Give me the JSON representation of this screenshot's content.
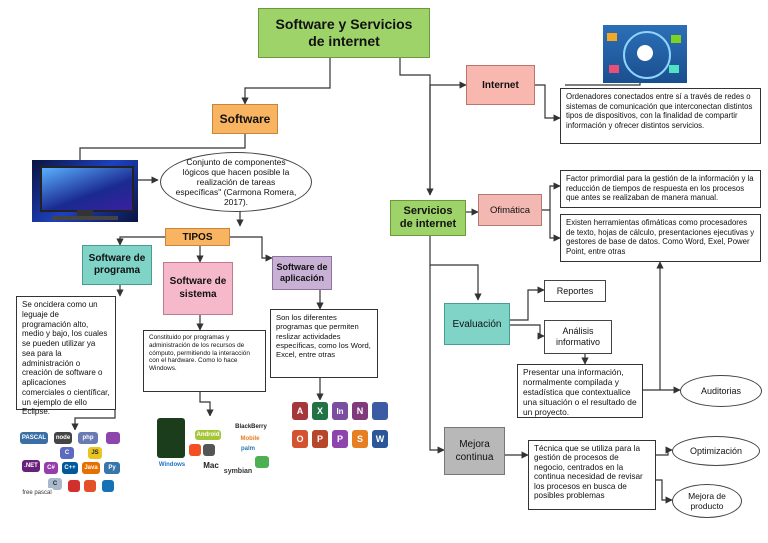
{
  "title": "Software y Servicios de internet",
  "software": {
    "label": "Software",
    "definition": "Conjunto de componentes lógicos que hacen posible la realización de tareas específicas\" (Carmona Romera, 2017).",
    "tipos_label": "TIPOS",
    "programa": {
      "label": "Software de programa",
      "desc": "Se oncidera como un leguaje de programación alto, medio y bajo, los cuales se pueden utilizar ya sea para la administración o creación de software o aplicaciones comerciales o científicar, un ejemplo de ello Eclipse."
    },
    "sistema": {
      "label": "Software de sistema",
      "desc": "Constituido por programas y administración de los recursos de cómputo, permitiendo la interacción con el hardware. Como lo hace Windows."
    },
    "aplicacion": {
      "label": "Software de aplicación",
      "desc": "Son los diferentes programas que permiten reslizar actividades específicas, como los Word, Excel, entre otras"
    }
  },
  "servicios": {
    "label": "Servicios de internet",
    "internet": {
      "label": "Internet",
      "desc": "Ordenadores conectados entre sí a través de redes o sistemas de comunicación que interconectan distintos tipos de dispositivos, con la finalidad de compartir información y ofrecer distintos servicios."
    },
    "ofimatica": {
      "label": "Ofimática",
      "desc1": "Factor primordial para la gestión de la información y la reducción de tiempos de respuesta en los procesos que antes se realizaban de manera manual.",
      "desc2": "Existen herramientas ofimáticas como procesadores de texto, hojas de cálculo, presentaciones ejecutivas y gestores de base de datos. Como Word, Exel, Power Point, entre otras"
    },
    "evaluacion": {
      "label": "Evaluación",
      "reportes": "Reportes",
      "analisis": "Análisis informativo",
      "desc": "Presentar una información, normalmente compilada y estadística que contextualice una situación o el resultado de un proyecto.",
      "auditorias": "Auditorias"
    },
    "mejora": {
      "label": "Mejora continua",
      "desc": "Técnica que se utiliza para la gestión de procesos de negocio, centrados en la continua necesidad de revisar los procesos en busca de posibles problemas",
      "optimizacion": "Optimización",
      "mejora_producto": "Mejora de producto"
    }
  },
  "logos": {
    "programming": [
      "PASCAL",
      "node",
      "php",
      "JS",
      "C",
      ".NET",
      "C#",
      "C++",
      "Java",
      "Py",
      "C",
      "free pascal"
    ],
    "systems": [
      "BlackBerry",
      "Mobile",
      "Android",
      "palm",
      "Windows",
      "Mac",
      "symbian"
    ],
    "office": [
      "A",
      "X",
      "In",
      "N",
      "O",
      "P",
      "P",
      "S",
      "W"
    ]
  },
  "colors": {
    "title": "#9ed36a",
    "software": "#f8b460",
    "programa": "#7fd3c7",
    "sistema": "#f6b9cc",
    "aplicacion": "#c9b1d6",
    "internet": "#f8b8b0",
    "evaluacion": "#7fd3c7",
    "mejora": "#b8b8b8"
  }
}
